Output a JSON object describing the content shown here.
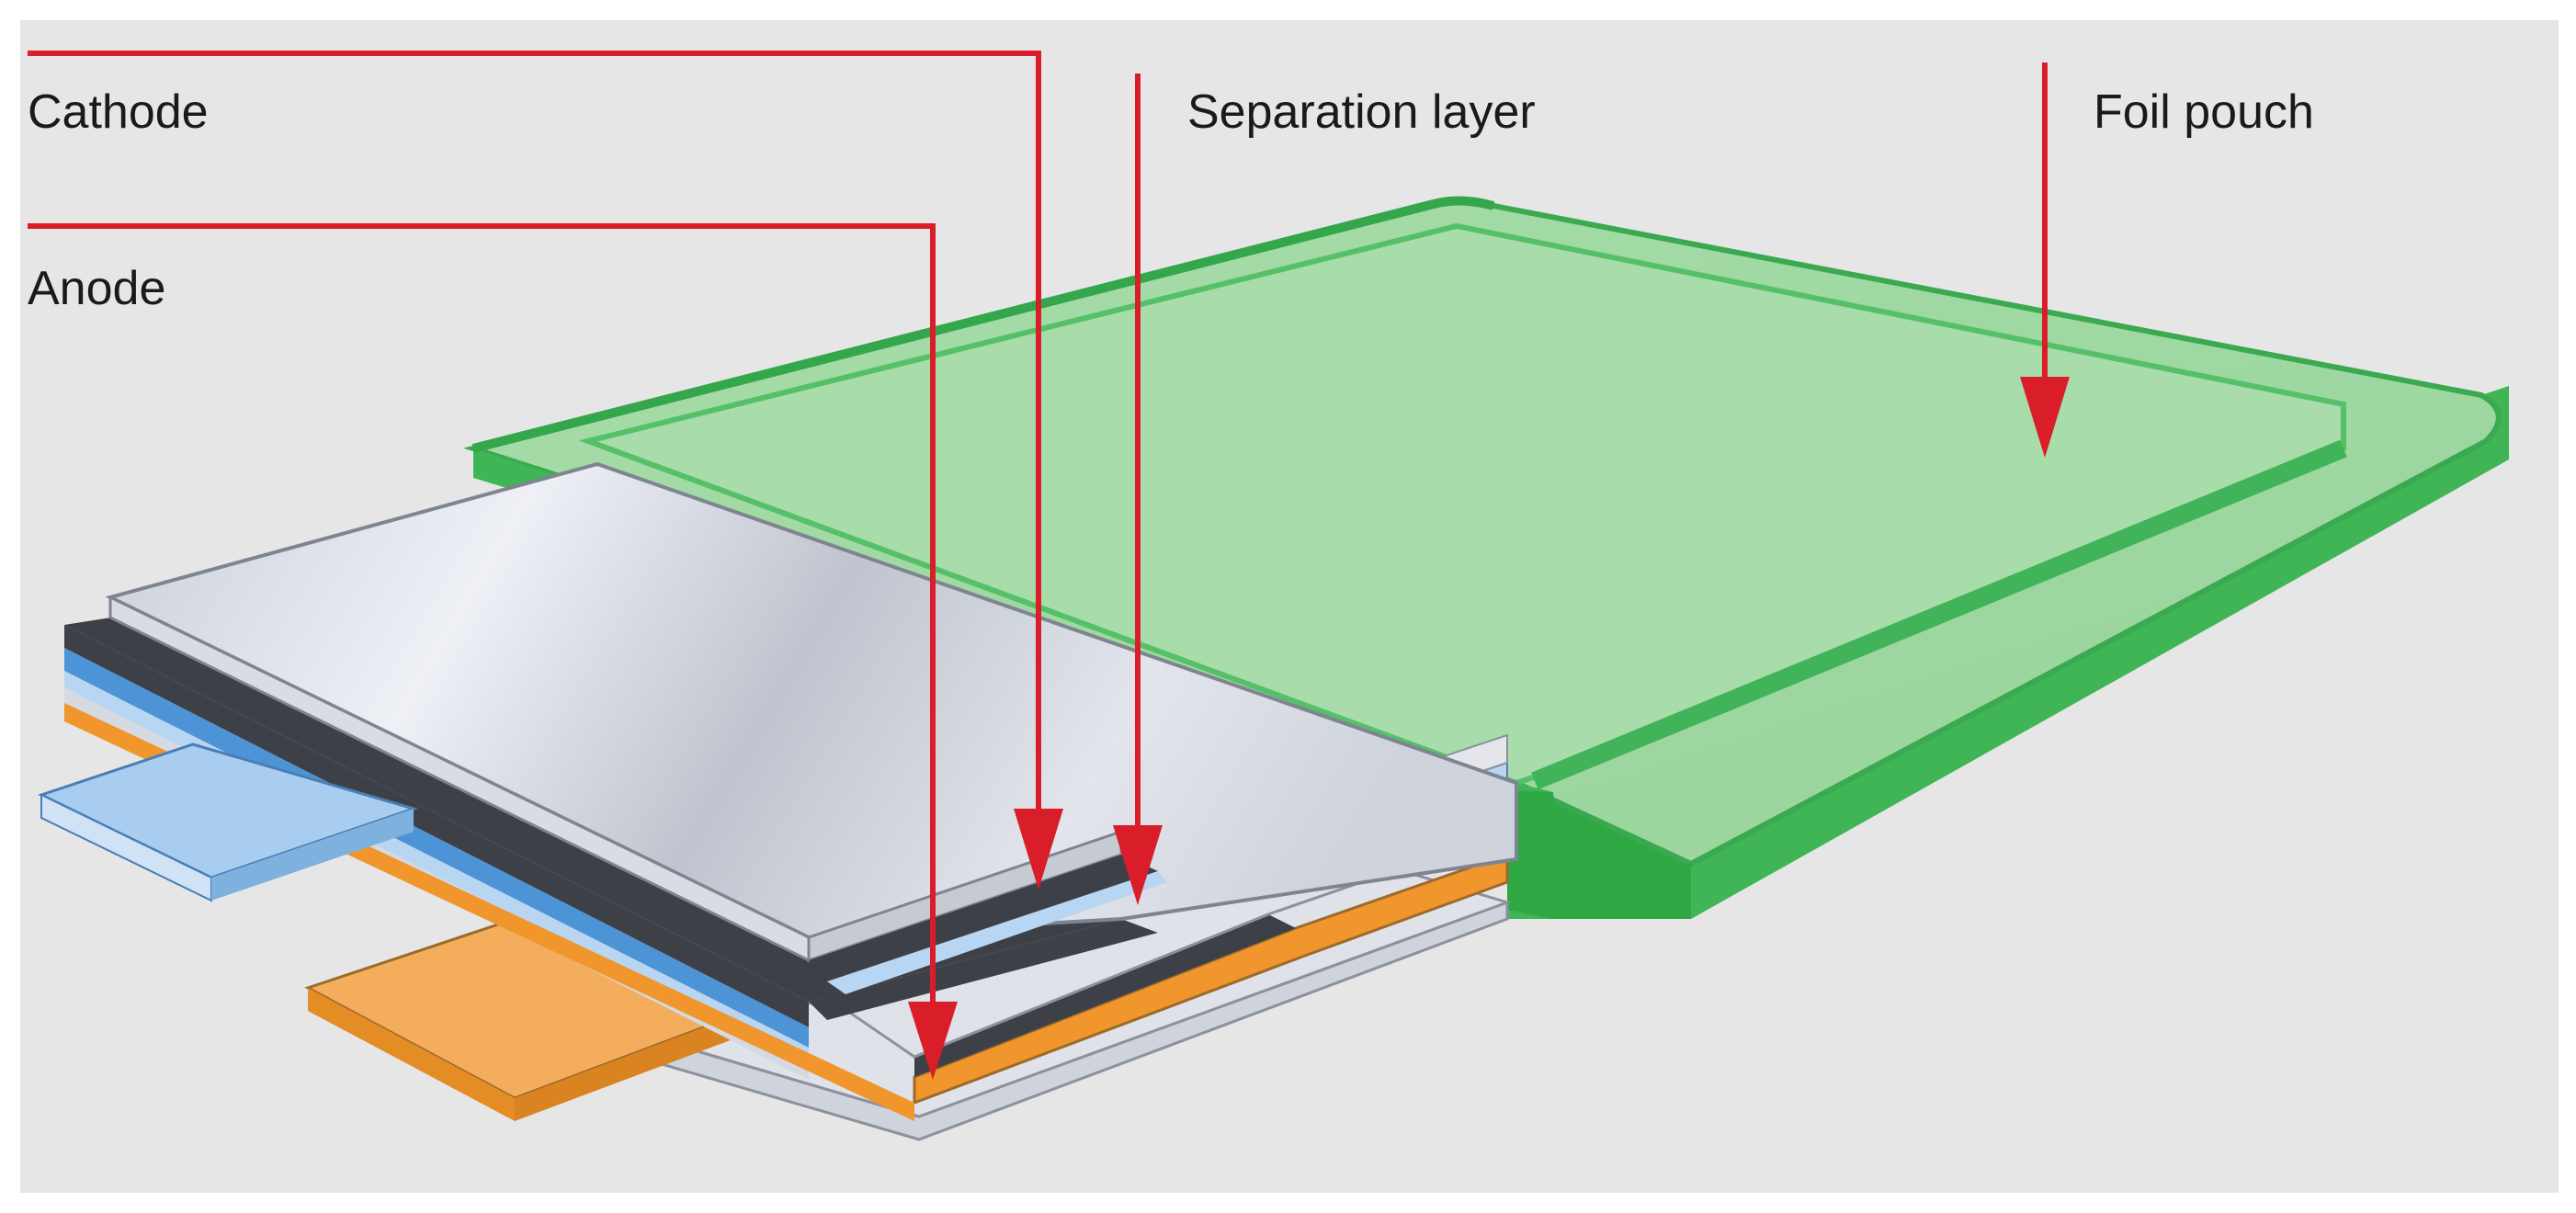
{
  "diagram": {
    "labels": {
      "cathode": "Cathode",
      "anode": "Anode",
      "separation_layer": "Separation layer",
      "foil_pouch": "Foil pouch"
    },
    "colors": {
      "background": "#e6e6e6",
      "pouch_green": "#4cc464",
      "pouch_light": "#a8dba9",
      "pointer_red": "#d91e2a",
      "cathode_blue": "#4d94d6",
      "anode_orange": "#f0962d",
      "separator_dark": "#3d4047",
      "foil_silver": "#d6dbe4"
    }
  }
}
